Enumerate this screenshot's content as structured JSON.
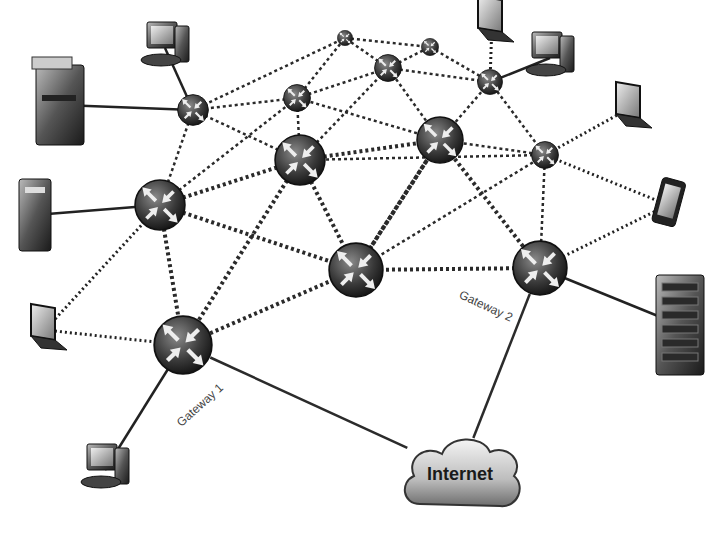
{
  "diagram": {
    "nodes": [
      {
        "text": [
          "Gateway 1"
        ]
      },
      {
        "text": [
          "Gateway 2"
        ]
      },
      {
        "text": [
          "Internet"
        ]
      }
    ],
    "edges": [
      {
        "from": 0,
        "to": 2,
        "arrow": "none"
      },
      {
        "from": 1,
        "to": 2,
        "arrow": "none"
      }
    ]
  }
}
